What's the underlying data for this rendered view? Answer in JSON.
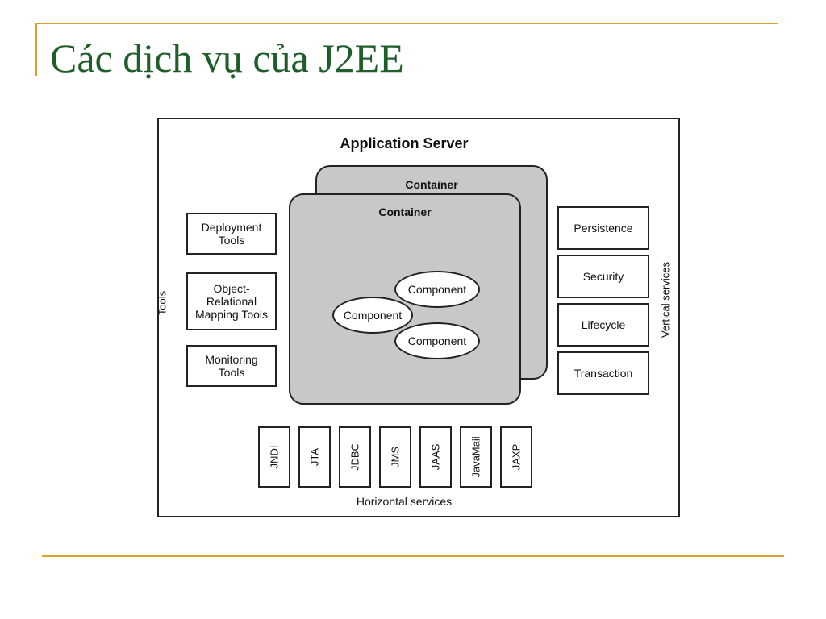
{
  "slide": {
    "title": "Các dịch vụ của J2EE"
  },
  "diagram": {
    "server_title": "Application Server",
    "containers": [
      "Container",
      "Container"
    ],
    "components": [
      "Component",
      "Component",
      "Component"
    ],
    "tools_label": "Tools",
    "tools": [
      "Deployment\nTools",
      "Object-\nRelational\nMapping Tools",
      "Monitoring\nTools"
    ],
    "vertical_label": "Vertical services",
    "vertical_services": [
      "Persistence",
      "Security",
      "Lifecycle",
      "Transaction"
    ],
    "horizontal_label": "Horizontal services",
    "horizontal_services": [
      "JNDI",
      "JTA",
      "JDBC",
      "JMS",
      "JAAS",
      "JavaMail",
      "JAXP"
    ]
  },
  "colors": {
    "title": "#1f5e2a",
    "accent": "#d8a52a",
    "container_fill": "#c8c8c8"
  }
}
